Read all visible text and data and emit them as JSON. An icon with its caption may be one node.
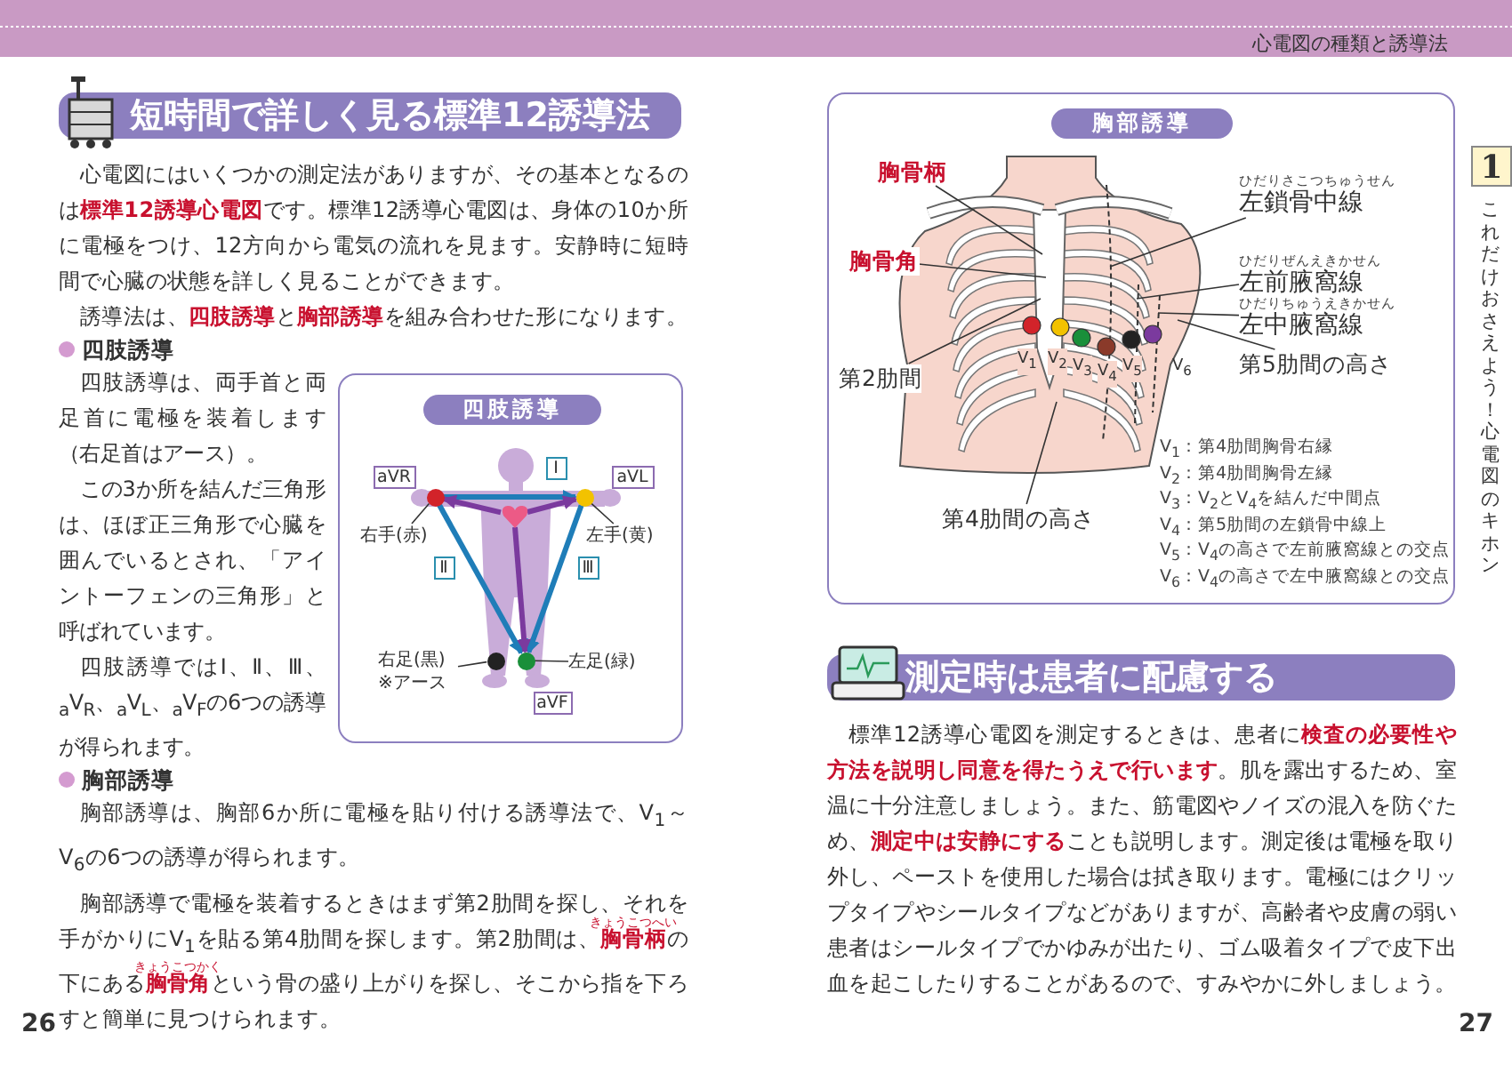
{
  "diagram": {
    "nodes": [
      {
        "text": [
          "短時間で詳しく見る標準12誘導法"
        ]
      },
      {
        "text": [
          "四肢誘導"
        ]
      },
      {
        "text": [],
        "shape": "circle",
        "in": 1
      },
      {
        "text": [],
        "shape": "circle",
        "in": 1
      },
      {
        "text": [],
        "shape": "circle",
        "in": 1
      },
      {
        "text": [],
        "shape": "circle",
        "in": 1
      },
      {
        "text": [],
        "shape": "heart",
        "in": 1
      },
      {
        "text": [
          "aVR"
        ],
        "in": 1
      },
      {
        "text": [
          "Ⅰ"
        ],
        "in": 1
      },
      {
        "text": [
          "aVL"
        ],
        "in": 1
      },
      {
        "text": [
          "右手(赤)"
        ],
        "in": 1
      },
      {
        "text": [
          "左手(黄)"
        ],
        "in": 1
      },
      {
        "text": [
          "Ⅱ"
        ],
        "in": 1
      },
      {
        "text": [
          "Ⅲ"
        ],
        "in": 1
      },
      {
        "text": [
          "右足(黒)",
          "※アース"
        ],
        "in": 1
      },
      {
        "text": [
          "左足(緑)"
        ],
        "in": 1
      },
      {
        "text": [
          "aVF"
        ],
        "in": 1
      },
      {
        "text": [
          "胸部誘導"
        ]
      },
      {
        "text": [
          "胸骨柄"
        ],
        "in": 17
      },
      {
        "text": [
          "ひだりさこつちゅうせん",
          "左鎖骨中線"
        ],
        "in": 17
      },
      {
        "text": [
          "胸骨角"
        ],
        "in": 17
      },
      {
        "text": [
          "ひだりぜんえきかせん",
          "左前腋窩線"
        ],
        "in": 17
      },
      {
        "text": [
          "ひだりちゅうえきかせん",
          "左中腋窩線"
        ],
        "in": 17
      },
      {
        "text": [
          "第2肋間"
        ],
        "in": 17
      },
      {
        "text": [
          "第5肋間の高さ"
        ],
        "in": 17
      },
      {
        "text": [
          "第4肋間の高さ"
        ],
        "in": 17
      },
      {
        "text": [
          "測定時は患者に配慮する"
        ]
      }
    ],
    "edges": [
      {
        "from": 2,
        "to": 3,
        "arrow": "to",
        "style": "thick",
        "color": "#1f7db8"
      },
      {
        "from": 2,
        "to": 4,
        "arrow": "to",
        "style": "thick",
        "color": "#1f7db8"
      },
      {
        "from": 3,
        "to": 4,
        "arrow": "to",
        "style": "thick",
        "color": "#1f7db8"
      },
      {
        "from": 6,
        "to": 2,
        "arrow": "to",
        "style": "thick",
        "color": "#7b3a9e"
      },
      {
        "from": 6,
        "to": 3,
        "arrow": "to",
        "style": "thick",
        "color": "#7b3a9e"
      },
      {
        "from": 6,
        "to": 4,
        "arrow": "to",
        "style": "thick",
        "color": "#7b3a9e"
      },
      {
        "from": 10,
        "to": 2,
        "arrow": "none"
      },
      {
        "from": 11,
        "to": 3,
        "arrow": "none"
      },
      {
        "from": 14,
        "to": 5,
        "arrow": "none"
      },
      {
        "from": 15,
        "to": 4,
        "arrow": "none"
      },
      {
        "from": 18,
        "to": null,
        "arrow": "none"
      },
      {
        "from": 19,
        "to": null,
        "arrow": "none"
      },
      {
        "from": 20,
        "to": null,
        "arrow": "none"
      },
      {
        "from": 21,
        "to": null,
        "arrow": "none"
      },
      {
        "from": 22,
        "to": null,
        "arrow": "none"
      },
      {
        "from": 23,
        "to": null,
        "arrow": "none"
      },
      {
        "from": 24,
        "to": null,
        "arrow": "none"
      },
      {
        "from": 25,
        "to": null,
        "arrow": "none"
      }
    ],
    "labels": [
      "心電図の種類と誘導法",
      "心電図にはいくつかの測定法がありますが、その基本となるのは**標準12誘導心電図**です。標準12誘導心電図は、身体の10か所に電極をつけ、12方向から電気の流れを見ます。安静時に短時間で心臓の状態を詳しく見ることができます。",
      "誘導法は、**四肢誘導**と**胸部誘導**を組み合わせた形になります。",
      "四肢誘導",
      "四肢誘導は、両手首と両足首に電極を装着します（右足首はアース）。",
      "この3か所を結んだ三角形は、ほぼ正三角形で心臓を囲んでいるとされ、「アイントーフェンの三角形」と呼ばれています。",
      "四肢誘導ではⅠ、Ⅱ、Ⅲ、$_{a}$V$_{R}$、$_{a}$V$_{L}$、$_{a}$V$_{F}$の6つの誘導が得られます。",
      "胸部誘導",
      "胸部誘導は、胸部6か所に電極を貼り付ける誘導法で、V$_{1}$～V$_{6}$の6つの誘導が得られます。",
      "胸部誘導で電極を装着するときはまず第2肋間を探し、それを手がかりにV$_{1}$を貼る第4肋間を探します。第2肋間は、**胸骨柄**の下にある**胸骨角**という骨の盛り上がりを探し、そこから指を下ろすと簡単に見つけられます。",
      "きょうこつへい",
      "きょうこつかく",
      "26",
      "V$_{1}$",
      "V$_{2}$",
      "V$_{3}$",
      "V$_{4}$",
      "V$_{5}$",
      "V$_{6}$",
      "V$_{1}$：第4肋間胸骨右縁",
      "V$_{2}$：第4肋間胸骨左縁",
      "V$_{3}$：V$_{2}$とV$_{4}$を結んだ中間点",
      "V$_{4}$：第5肋間の左鎖骨中線上",
      "V$_{5}$：V$_{4}$の高さで左前腋窩線との交点",
      "V$_{6}$：V$_{4}$の高さで左中腋窩線との交点",
      "1",
      "これだけおさえよう！心電図のキホン",
      "標準12誘導心電図を測定するときは、患者に**検査の必要性や方法を説明し同意を得たうえで行います**。肌を露出するため、室温に十分注意しましょう。また、筋電図やノイズの混入を防ぐため、**測定中は安静にする**ことも説明します。測定後は電極を取り外し、ペーストを使用した場合は拭き取ります。電極にはクリップタイプやシールタイプなどがありますが、高齢者や皮膚の弱い患者はシールタイプでかゆみが出たり、ゴム吸着タイプで皮下出血を起こしたりすることがあるので、すみやかに外しましょう。",
      "27"
    ]
  }
}
